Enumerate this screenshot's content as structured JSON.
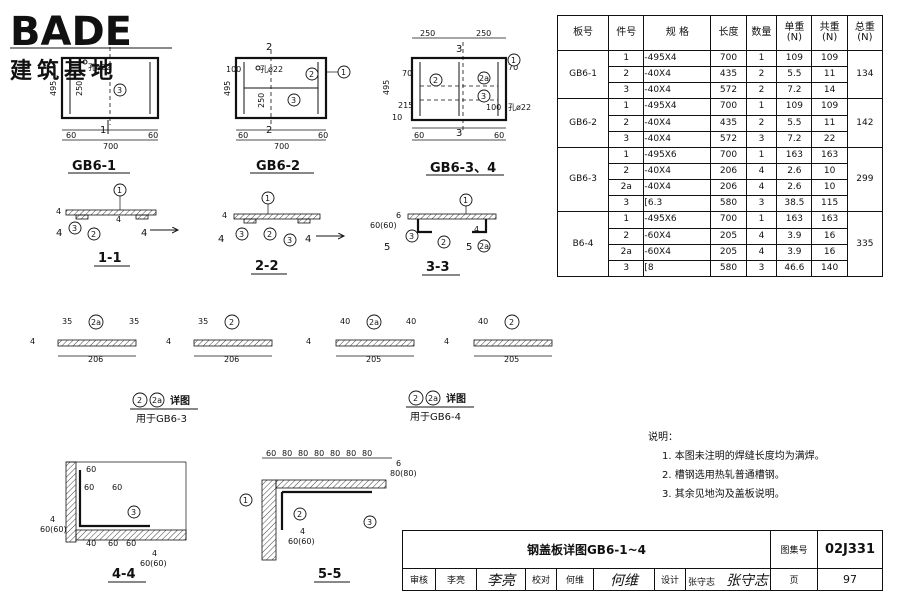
{
  "watermark": {
    "logo": "BADE",
    "subtitle": "建筑基地"
  },
  "plans": {
    "gb61": {
      "title": "GB6-1",
      "width": "700",
      "height": "495",
      "bar_span": "250",
      "sec_x": "250",
      "hole": "孔ø22",
      "edge_l": "60",
      "edge_r": "60",
      "cut": "1",
      "part": "3"
    },
    "gb62": {
      "title": "GB6-2",
      "width": "700",
      "height": "495",
      "dim_100": "100",
      "hole": "孔ø22",
      "bar_span": "250",
      "edge_l": "60",
      "edge_r": "60",
      "cut": "2",
      "part_a": "2",
      "part_b": "1",
      "part_c": "3"
    },
    "gb634": {
      "title": "GB6-3、4",
      "w_l": "250",
      "w_r": "250",
      "height": "495",
      "d70a": "70",
      "d70b": "70",
      "d215": "215",
      "d10": "10",
      "d100": "100",
      "hole": "孔ø22",
      "edge_l": "60",
      "edge_r": "60",
      "cut": "3",
      "p1": "1",
      "p2": "2",
      "p2a": "2a",
      "p3": "3"
    }
  },
  "sections": {
    "s11": {
      "title": "1-1",
      "weld": "4",
      "dim": "4",
      "p1": "1",
      "p2": "2",
      "p3": "3"
    },
    "s22": {
      "title": "2-2",
      "weld": "4",
      "dim": "4",
      "p1": "1",
      "p2": "2",
      "p3": "3"
    },
    "s33": {
      "title": "3-3",
      "weld_top": "6",
      "weld_bot": "60(60)",
      "dim": "4",
      "cut": "5",
      "p1": "1",
      "p2": "2",
      "p2a": "2a",
      "p3": "3"
    },
    "s44": {
      "title": "4-4",
      "d60a": "60",
      "d60b": "60",
      "d60c": "60",
      "d40a": "40",
      "d60d": "60",
      "d60e": "60",
      "weld": "4",
      "weld_len": "60(60)",
      "p3": "3"
    },
    "s55": {
      "title": "5-5",
      "dims": [
        "60",
        "80",
        "80",
        "80",
        "80",
        "80",
        "80"
      ],
      "weld": "6",
      "weld_len": "80(80)",
      "weld_b": "4",
      "weld_b_len": "60(60)",
      "p1": "1",
      "p2": "2",
      "p3": "3"
    }
  },
  "details": {
    "plates": [
      {
        "w": "35",
        "mark": "2a",
        "len": "206",
        "t": "4"
      },
      {
        "w": "35",
        "mark": "2",
        "len": "206",
        "t": "4"
      },
      {
        "w": "40",
        "mark": "2a",
        "len": "205",
        "t": "4"
      },
      {
        "w": "40",
        "mark": "2",
        "len": "205",
        "t": "4"
      }
    ],
    "cap_a": {
      "m1": "2",
      "m2": "2a",
      "label": "详图",
      "use": "用于GB6-3"
    },
    "cap_b": {
      "m1": "2",
      "m2": "2a",
      "label": "详图",
      "use": "用于GB6-4"
    }
  },
  "table": {
    "headers": [
      "板号",
      "件号",
      "规 格",
      "长度",
      "数量",
      "单重\n(N)",
      "共重\n(N)",
      "总重\n(N)"
    ],
    "groups": [
      {
        "board": "GB6-1",
        "total": "134",
        "rows": [
          [
            "1",
            "-495X4",
            "700",
            "1",
            "109",
            "109"
          ],
          [
            "2",
            "-40X4",
            "435",
            "2",
            "5.5",
            "11"
          ],
          [
            "3",
            "-40X4",
            "572",
            "2",
            "7.2",
            "14"
          ]
        ]
      },
      {
        "board": "GB6-2",
        "total": "142",
        "rows": [
          [
            "1",
            "-495X4",
            "700",
            "1",
            "109",
            "109"
          ],
          [
            "2",
            "-40X4",
            "435",
            "2",
            "5.5",
            "11"
          ],
          [
            "3",
            "-40X4",
            "572",
            "3",
            "7.2",
            "22"
          ]
        ]
      },
      {
        "board": "GB6-3",
        "total": "299",
        "rows": [
          [
            "1",
            "-495X6",
            "700",
            "1",
            "163",
            "163"
          ],
          [
            "2",
            "-40X4",
            "206",
            "4",
            "2.6",
            "10"
          ],
          [
            "2a",
            "-40X4",
            "206",
            "4",
            "2.6",
            "10"
          ],
          [
            "3",
            "[6.3",
            "580",
            "3",
            "38.5",
            "115"
          ]
        ]
      },
      {
        "board": "B6-4",
        "total": "335",
        "rows": [
          [
            "1",
            "-495X6",
            "700",
            "1",
            "163",
            "163"
          ],
          [
            "2",
            "-60X4",
            "205",
            "4",
            "3.9",
            "16"
          ],
          [
            "2a",
            "-60X4",
            "205",
            "4",
            "3.9",
            "16"
          ],
          [
            "3",
            "[8",
            "580",
            "3",
            "46.6",
            "140"
          ]
        ]
      }
    ]
  },
  "notes": {
    "title": "说明：",
    "items": [
      "1. 本图未注明的焊缝长度均为满焊。",
      "2. 槽钢选用热轧普通槽钢。",
      "3. 其余见地沟及盖板说明。"
    ]
  },
  "titleblock": {
    "drawing_title": "钢盖板详图",
    "drawing_range": "GB6-1~4",
    "atlas_label": "图集号",
    "atlas_no": "02J331",
    "review_label": "审核",
    "reviewer": "李亮",
    "reviewer_sig": "李亮",
    "check_label": "校对",
    "checker": "何维",
    "checker_sig": "何维",
    "design_label": "设计",
    "designer": "张守志",
    "designer_sig": "张守志",
    "page_label": "页",
    "page_no": "97"
  }
}
